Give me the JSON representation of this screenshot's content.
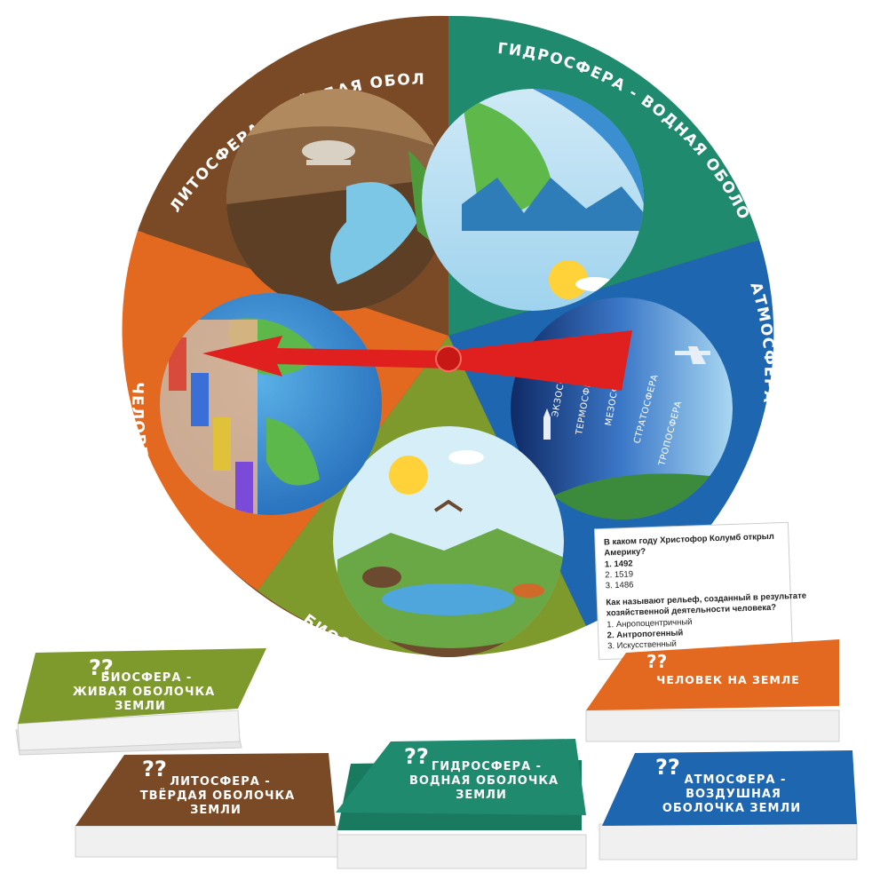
{
  "wheel": {
    "sectors": [
      {
        "key": "lithosphere",
        "label": "ЛИТОСФЕРА - ТВЁРДАЯ ОБОЛОЧКА ЗЕМЛИ",
        "color": "#7a4a26"
      },
      {
        "key": "hydrosphere",
        "label": "ГИДРОСФЕРА - ВОДНАЯ ОБОЛОЧКА ЗЕМЛИ",
        "color": "#1f8a6e"
      },
      {
        "key": "atmosphere",
        "label": "АТМОСФЕРА - ВОЗДУШНАЯ ОБОЛОЧКА ЗЕМЛИ",
        "color": "#1f66b0"
      },
      {
        "key": "biosphere",
        "label": "БИОСФЕРА - ЖИВАЯ ОБОЛОЧКА ЗЕМЛИ",
        "color": "#7f9a2c"
      },
      {
        "key": "human",
        "label": "ЧЕЛОВЕК НА ЗЕМЛЕ",
        "color": "#e2691f"
      }
    ],
    "atmosphere_layers": [
      "ЭКЗОСФЕРА",
      "ТЕРМОСФЕРА",
      "МЕЗОСФЕРА",
      "СТРАТОСФЕРА",
      "ТРОПОСФЕРА"
    ],
    "pointer_color": "#e0201e"
  },
  "question_card": {
    "q1": {
      "line1": "В каком году Христофор Колумб открыл",
      "line2": "Америку?",
      "options": [
        "1. 1492",
        "2. 1519",
        "3. 1486"
      ],
      "correct_index": 0
    },
    "q2": {
      "line1": "Как называют рельеф, созданный в результате",
      "line2": "хозяйственной деятельности человека?",
      "options": [
        "1. Анропоцентричный",
        "2. Антропогенный",
        "3. Искусственный"
      ],
      "correct_index": 1
    }
  },
  "decks": {
    "biosphere": {
      "lines": [
        "БИОСФЕРА -",
        "ЖИВАЯ ОБОЛОЧКА",
        "ЗЕМЛИ"
      ],
      "color": "#7f9a2c"
    },
    "human": {
      "lines": [
        "ЧЕЛОВЕК НА ЗЕМЛЕ"
      ],
      "color": "#e2691f"
    },
    "lithosphere": {
      "lines": [
        "ЛИТОСФЕРА -",
        "ТВЁРДАЯ ОБОЛОЧКА",
        "ЗЕМЛИ"
      ],
      "color": "#7a4a26"
    },
    "hydrosphere": {
      "lines": [
        "ГИДРОСФЕРА -",
        "ВОДНАЯ ОБОЛОЧКА",
        "ЗЕМЛИ"
      ],
      "color": "#1f8a6e"
    },
    "atmosphere": {
      "lines": [
        "АТМОСФЕРА -",
        "ВОЗДУШНАЯ",
        "ОБОЛОЧКА ЗЕМЛИ"
      ],
      "color": "#1f66b0"
    }
  },
  "icons": {
    "deck_mark": "question-marks-icon",
    "pointer": "arrow-spinner-icon"
  }
}
